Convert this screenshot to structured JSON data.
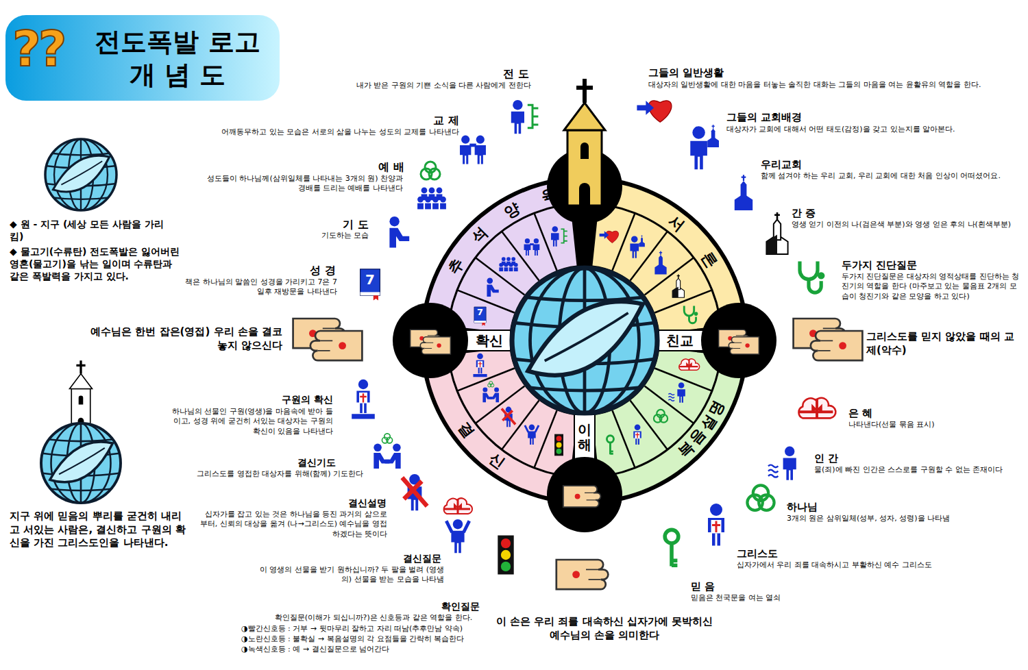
{
  "diagram": {
    "title": "전도폭발 로고 개 념 도",
    "labels": [
      "??",
      "전 도",
      "내가 받은 구원의 기쁜 소식을 다른 사람에게 전한다",
      "교 제",
      "어깨동무하고 있는 모습은 서로의 삶을 나누는 성도의 교제를 나타낸다",
      "예 배",
      "성도들이 하나님께(삼위일체를 나타내는 3개의 원) 찬양과 경배를 드리는 예배를 나타낸다",
      "기 도",
      "기도하는 모습",
      "성 경",
      "책은 하나님의 말씀인 성경을 가리키고 7은 7일후 재방문을 나타낸다",
      "예수님은 한번 잡은(영접) 우리 손을 결코 놓지 않으신다",
      "구원의 확신",
      "하나님의 선물인 구원(영생)을 마음속에 받아 들이고, 성경 위에 굳건히 서있는 대상자는 구원의 확신이 있음을 나타낸다",
      "결신기도",
      "그리스도를 영접한 대상자를 위해(함께) 기도한다",
      "결신설명",
      "십자가를 잡고 있는 것은 하나님을 등진 과거의 삶으로부터, 신뢰의 대상을 옮겨 (나→그리스도) 예수님을 영접하겠다는 뜻이다",
      "결신질문",
      "이 영생의 선물을 받기 원하십니까? 두 팔을 벌려 (영생의) 선물을 받는 모습을 나타냄",
      "확인질문",
      "확인질문(이해가 되십니까?)은 신호등과 같은 역할을 한다.",
      "◑빨간신호등 : 거부 → 뒷마무리 잘하고 자리 떠남(추후만남 약속)",
      "◑노란신호등 : 불확실 → 복음설명의 각 요점들을 간략히 복습한다",
      "◑녹색신호등 : 예 → 결신질문으로 넘어간다",
      "이 손은 우리 죄를 대속하신 십자가에 못박히신 예수님의 손을 의미한다",
      "그들의 일반생활",
      "대상자의 일반생활에 대한 마음을 터놓는 솔직한 대화는 그들의 마음을 여는 윤활유의 역할을 한다.",
      "그들의 교회배경",
      "대상자가 교회에 대해서 어떤 태도(감정)을 갖고 있는지를 알아본다.",
      "우리교회",
      "함께 섬겨야 하는 우리 교회, 우리 교회에 대한 처음 인상이 어떠셨어요.",
      "간 증",
      "영생 얻기 이전의 나(검은색 부분)와 영생 얻은 후의 나(흰색부분)",
      "두가지 진단질문",
      "두가지 진단질문은 대상자의 영적상태를 진단하는 청진기의 역할을 한다 (마주보고 있는 물음표 2개의 모습이 청진기와 같은 모양을 하고 있다)",
      "그리스도를 믿지 않았을 때의 교제(악수)",
      "은 혜",
      "나타낸다(선물 묶음 표시)",
      "인 간",
      "물(죄)에 빠진 인간은 스스로를 구원할 수 없는 존재이다",
      "하나님",
      "3개의 원은 삼위일체(성부, 성자, 성령)을 나타냄",
      "그리스도",
      "십자가에서 우리 죄를 대속하시고 부활하신 예수 그리스도",
      "믿 음",
      "믿음은 천국문을 여는 열쇠",
      "◆ 원 - 지구 (세상 모든 사람을 가리킴)",
      "◆ 물고기(수류탄) 전도폭발은 잃어버린 영혼(물고기)을 낚는 일이며 수류탄과 같은 폭발력을 가지고 있다.",
      "지구 위에 믿음의 뿌리를 굳건히 내리고 서있는 사람은, 결신하고 구원의 확신을 가진 그리스도인을 나타낸다.",
      "추석양육",
      "서론",
      "복음설명",
      "결신",
      "확신",
      "친교",
      "이해",
      "7",
      "7"
    ]
  }
}
